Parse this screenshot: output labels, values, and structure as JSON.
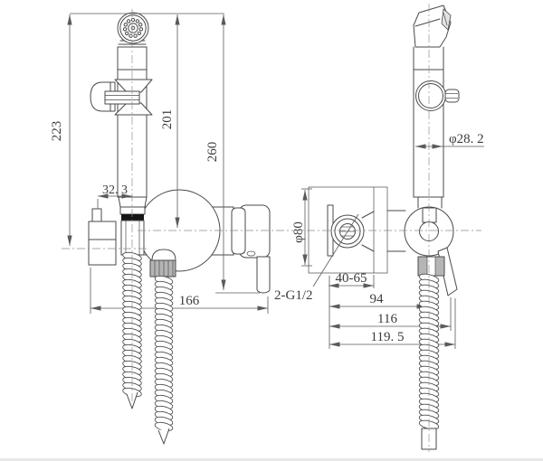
{
  "drawing": {
    "dimensions": {
      "bracket_height": "223",
      "handle_height": "201",
      "overall_height": "260",
      "bracket_offset": "32. 3",
      "handle_diameter": "φ28. 2",
      "hose_span": "166",
      "thread_spec": "2-G1/2",
      "flange_diameter": "φ80",
      "wall_depth_range": "40-65",
      "depth_to_valve": "94",
      "depth_to_lever": "116",
      "depth_overall": "119. 5"
    },
    "colors": {
      "background": "#ffffff",
      "line": "#4a4a4a",
      "dimline": "#5a5a5a",
      "centerline": "#8f8f8f",
      "text": "#3c3c3c",
      "seal": "#161616",
      "shade": "#b5b5b5"
    }
  }
}
